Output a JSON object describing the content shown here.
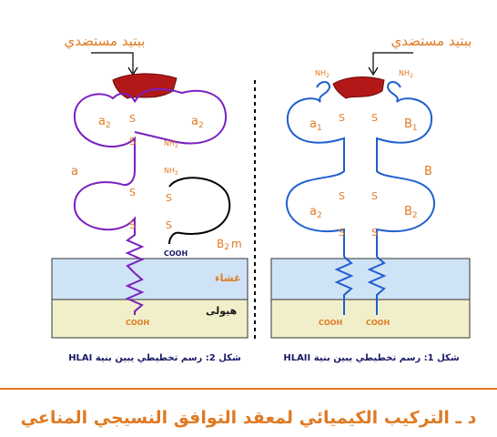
{
  "left_figure": {
    "peptide_label": "ببتيد مستضدي",
    "domain_a2_left": "a",
    "domain_a2_right": "a",
    "domain_sub": "2",
    "chain_label": "a",
    "nh2": "NH",
    "nh2_sub": "2",
    "b2m_label": "B",
    "b2m_sub": "2",
    "b2m_suffix": "m",
    "cooh_top": "COOH",
    "cooh_bottom": "COOH",
    "membrane_label": "غشاء",
    "cytoplasm_label": "هيولى",
    "s_label": "S",
    "caption": "شكل 2: رسم تخطيطي يبين بنية HLAI"
  },
  "right_figure": {
    "peptide_label": "ببتيد مستضدي",
    "nh2": "NH",
    "nh2_sub": "2",
    "a1": "a",
    "a1_sub": "1",
    "b1": "B",
    "b1_sub": "1",
    "a2": "a",
    "a2_sub": "2",
    "b2": "B",
    "b2_sub": "2",
    "chain_b": "B",
    "s_label": "S",
    "cooh_left": "COOH",
    "cooh_right": "COOH",
    "caption": "شكل 1: رسم تخطيطي يبين بنية HLAII"
  },
  "footer": {
    "title": "د ـ التركيب الكيميائي لمعقد التوافق النسيجي المناعي"
  },
  "colors": {
    "orange": "#e07a24",
    "purple": "#7a1fbf",
    "blue": "#1f5fcf",
    "peptide": "#b31818",
    "membrane": "#cfe3f6",
    "cytoplasm": "#f1efc9"
  }
}
